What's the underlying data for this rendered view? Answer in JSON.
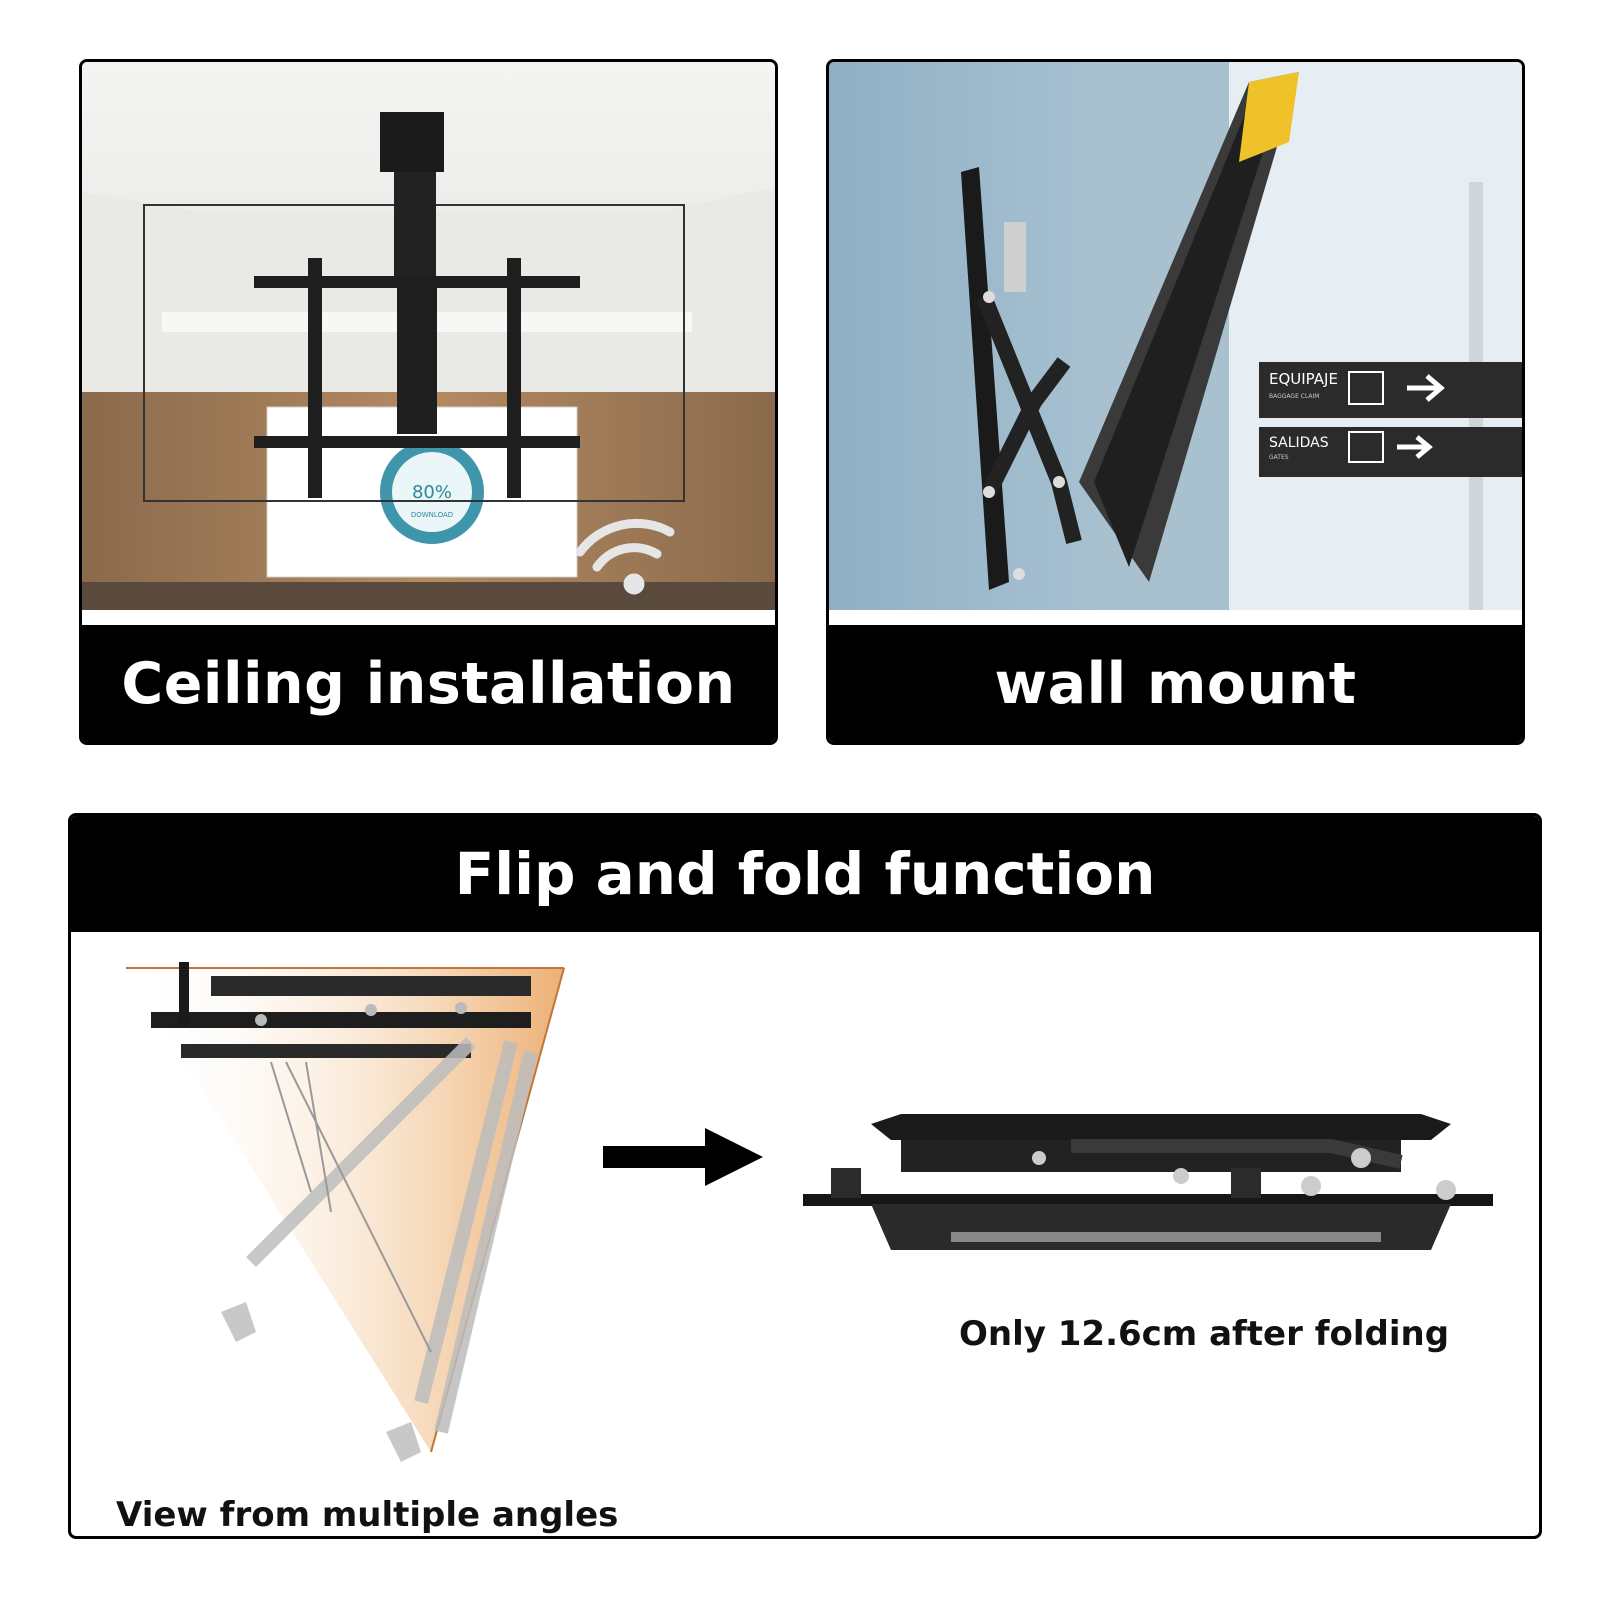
{
  "ceiling_card": {
    "caption": "Ceiling installation",
    "screen_percent_text": "80%",
    "screen_sub_text": "DOWNLOAD"
  },
  "wall_card": {
    "caption": "wall mount",
    "sign_line_1": "EQUIPAJE",
    "sign_line_1_sub": "BAGGAGE CLAIM",
    "sign_line_2": "SALIDAS",
    "sign_line_2_sub": "GATES"
  },
  "flip_panel": {
    "title": "Flip and fold function",
    "left_caption": "View from multiple angles",
    "right_caption": "Only 12.6cm after folding"
  },
  "colors": {
    "bar_black": "#000000",
    "caption_white": "#ffffff",
    "accent_orange": "#e8a15a",
    "screen_teal": "#2a8aa0"
  }
}
